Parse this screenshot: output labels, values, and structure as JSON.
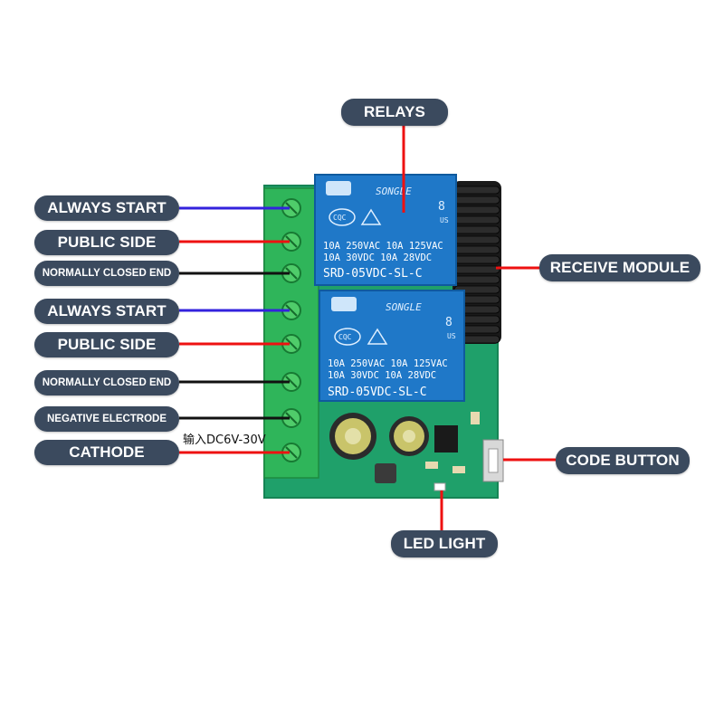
{
  "callouts": {
    "relays": "RELAYS",
    "receive_module": "RECEIVE MODULE",
    "code_button": "CODE BUTTON",
    "led_light": "LED LIGHT"
  },
  "terminals": [
    {
      "label": "ALWAYS START",
      "wire_color": "#3322dd"
    },
    {
      "label": "PUBLIC SIDE",
      "wire_color": "#ee1111"
    },
    {
      "label": "NORMALLY CLOSED END",
      "wire_color": "#111111"
    },
    {
      "label": "ALWAYS START",
      "wire_color": "#3322dd"
    },
    {
      "label": "PUBLIC SIDE",
      "wire_color": "#ee1111"
    },
    {
      "label": "NORMALLY CLOSED END",
      "wire_color": "#111111"
    },
    {
      "label": "NEGATIVE ELECTRODE",
      "wire_color": "#111111"
    },
    {
      "label": "CATHODE",
      "wire_color": "#ee1111"
    }
  ],
  "input_label": "输入DC6V-30V",
  "relay": {
    "brand": "SONGLE",
    "line1": "10A 250VAC  10A 125VAC",
    "line2": "10A  30VDC  10A  28VDC",
    "model": "SRD-05VDC-SL-C",
    "cert": "CQC",
    "number": "8",
    "us": "US"
  },
  "colors": {
    "label_bg": "#3b4a5e",
    "pcb": "#1fa06a",
    "terminal": "#2fb55a",
    "relay": "#1f78c8",
    "wire_red": "#ee1111",
    "wire_blue": "#3322dd",
    "wire_black": "#111111"
  }
}
